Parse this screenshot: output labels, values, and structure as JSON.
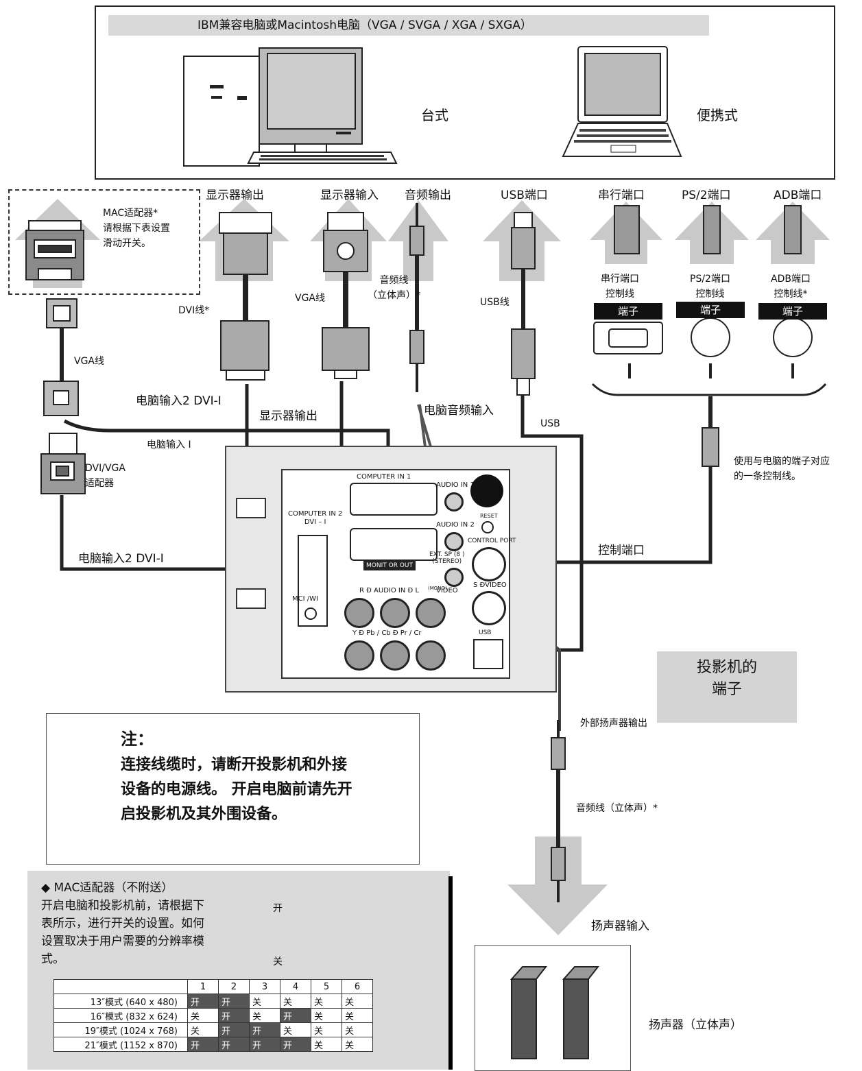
{
  "top": {
    "title": "IBM兼容电脑或Macintosh电脑（VGA / SVGA / XGA / SXGA）",
    "desktop_label": "台式",
    "laptop_label": "便携式"
  },
  "ports_row": {
    "monitor_out": "显示器输出",
    "monitor_in": "显示器输入",
    "audio_out": "音频输出",
    "usb_port": "USB端口",
    "serial_port": "串行端口",
    "ps2_port": "PS/2端口",
    "adb_port": "ADB端口"
  },
  "mac_adapter_note": [
    "MAC适配器*",
    "请根据下表设置",
    "滑动开关。"
  ],
  "cables": {
    "dvi_cable": "DVI线*",
    "vga_cable_mid": "VGA线",
    "audio_cable": [
      "音频线",
      "（立体声）*"
    ],
    "usb_cable": "USB线",
    "vga_cable_left": "VGA线",
    "serial_cable": [
      "串行端口",
      "控制线"
    ],
    "ps2_cable": [
      "PS/2端口",
      "控制线"
    ],
    "adb_cable": [
      "ADB端口",
      "控制线*"
    ],
    "terminal": "端子"
  },
  "connections": {
    "computer_in2_dvi_top": "电脑输入2 DVI-I",
    "monitor_out2": "显示器输出",
    "computer_audio_in": "电脑音频输入",
    "usb": "USB",
    "computer_in1": "电脑输入 I",
    "dvi_vga_adapter": [
      "DVI/VGA",
      "适配器"
    ],
    "control_cable_note": [
      "使用与电脑的端子对应",
      "的一条控制线。"
    ],
    "computer_in2_dvi_bottom": "电脑输入2 DVI-I",
    "control_port": "控制端口",
    "ext_speaker_out": "外部扬声器输出",
    "audio_cable_stereo": "音频线（立体声）*",
    "speaker_in": "扬声器输入"
  },
  "panel": {
    "computer_in1": "COMPUTER IN 1",
    "computer_in2": [
      "COMPUTER IN 2",
      "DVI – I"
    ],
    "monitor_out": "MONIT OR  OUT",
    "audio_in1": "AUDIO IN 1",
    "audio_in2": "AUDIO IN 2",
    "reset": "RESET",
    "control_port": "CONTROL PORT",
    "ext_sp": [
      "EXT. SP (8 )",
      "(STEREO)"
    ],
    "s_video": "S ÐVIDEO",
    "audio_row": "R Ð AUDIO  IN Ð L",
    "mono": "(MONO)",
    "video": "VIDEO",
    "ycbcr": "Y  Ð Pb / Cb Ð  Pr / Cr",
    "usb": "USB",
    "mci": "MCI /WI"
  },
  "projector_label": [
    "投影机的",
    "端子"
  ],
  "note": {
    "title": "注：",
    "lines": [
      "连接线缆时，请断开投影机和外接",
      "设备的电源线。 开启电脑前请先开",
      "启投影机及其外围设备。"
    ]
  },
  "mac_table": {
    "title": "◆ MAC适配器（不附送）",
    "desc": [
      "开启电脑和投影机前，请根据下",
      "表所示，进行开关的设置。如何",
      "设置取决于用户需要的分辨率模",
      "式。"
    ],
    "switch_on": "开",
    "switch_off": "关",
    "headers": [
      "1",
      "2",
      "3",
      "4",
      "5",
      "6"
    ],
    "rows": [
      {
        "mode": "13″模式 (640 x 480)",
        "v": [
          "开",
          "开",
          "关",
          "关",
          "关",
          "关"
        ]
      },
      {
        "mode": "16″模式 (832 x 624)",
        "v": [
          "关",
          "开",
          "关",
          "开",
          "关",
          "关"
        ]
      },
      {
        "mode": "19″模式 (1024 x 768)",
        "v": [
          "关",
          "开",
          "开",
          "关",
          "关",
          "关"
        ]
      },
      {
        "mode": "21″模式 (1152 x 870)",
        "v": [
          "开",
          "开",
          "开",
          "开",
          "关",
          "关"
        ]
      }
    ]
  },
  "speaker_label": "扬声器（立体声）"
}
